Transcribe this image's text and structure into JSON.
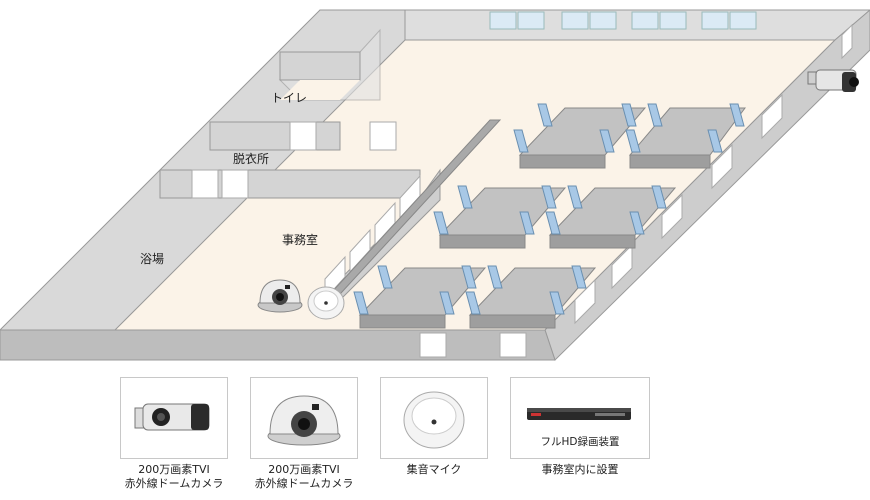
{
  "floor_plan": {
    "rooms": {
      "toilet": "トイレ",
      "changing_room": "脱衣所",
      "bath": "浴場",
      "office": "事務室"
    }
  },
  "devices": [
    {
      "caption_line1": "200万画素TVI",
      "caption_line2": "赤外線ドームカメラ",
      "icon": "bullet-camera-icon"
    },
    {
      "caption_line1": "200万画素TVI",
      "caption_line2": "赤外線ドームカメラ",
      "icon": "dome-camera-icon"
    },
    {
      "caption_line1": "集音マイク",
      "caption_line2": "",
      "icon": "microphone-icon"
    },
    {
      "caption_line1": "事務室内に設置",
      "caption_line2": "",
      "icon": "recorder-icon",
      "inner_label": "フルHD録画装置"
    }
  ],
  "colors": {
    "floor": "#fbf3e8",
    "wall_top": "#d9d9d9",
    "wall_side": "#b4b4b4",
    "window": "#dbeaf5",
    "chair": "#a8c8e6",
    "table": "#c2c2c2"
  }
}
